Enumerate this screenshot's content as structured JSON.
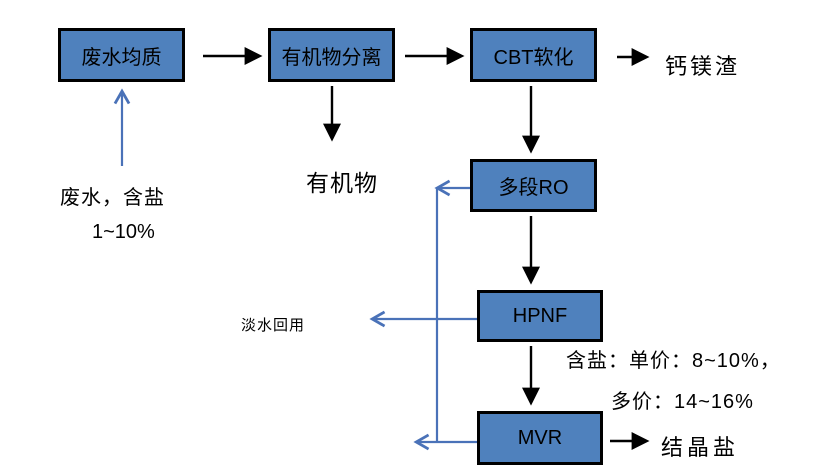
{
  "flowchart": {
    "nodes": {
      "homogenization": "废水均质",
      "organic_separation": "有机物分离",
      "cbt_softening": "CBT软化",
      "multistage_ro": "多段RO",
      "hpnf": "HPNF",
      "mvr": "MVR"
    },
    "labels": {
      "feed_line1": "废水，含盐",
      "feed_line2": "1~10%",
      "organics": "有机物",
      "calcium_magnesium_slag": "钙镁渣",
      "freshwater_reuse": "淡水回用",
      "salt_content_line1": "含盐：单价：8~10%，",
      "salt_content_line2": "多价：14~16%",
      "crystallized_salt": "结晶盐"
    },
    "colors": {
      "node_fill": "#4f81bd",
      "node_border": "#000000",
      "process_arrow": "#000000",
      "water_arrow": "#4a72b8",
      "background": "#ffffff"
    }
  }
}
